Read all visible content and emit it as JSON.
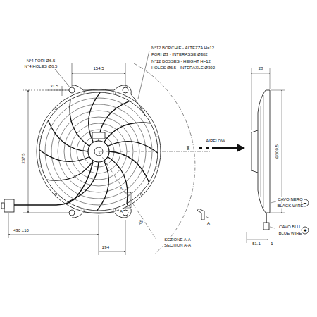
{
  "diagram": {
    "labels": [
      "N°4 FORI Ø6.5",
      "N°4 HOLES Ø6.5",
      "154.5",
      "31.5",
      "N°12 BORCHIE - ALTEZZA H=12",
      "FORI Ø3 - INTERASSE Ø302",
      "N°12 BOSSES - HEIGHT H=12",
      "HOLES Ø6.5 - INTERAXLE Ø302",
      "28",
      "AIRFLOW",
      "287.5",
      "90",
      "Ø309.5",
      "A",
      "A",
      "45",
      "430 ±10",
      "294",
      "A",
      "SEZIONE A-A",
      "SECTION A-A",
      "CAVO NERO",
      "BLACK WIRE",
      "−",
      "CAVO BLU",
      "BLUE WIRE",
      "+",
      "51.1",
      "1"
    ]
  }
}
